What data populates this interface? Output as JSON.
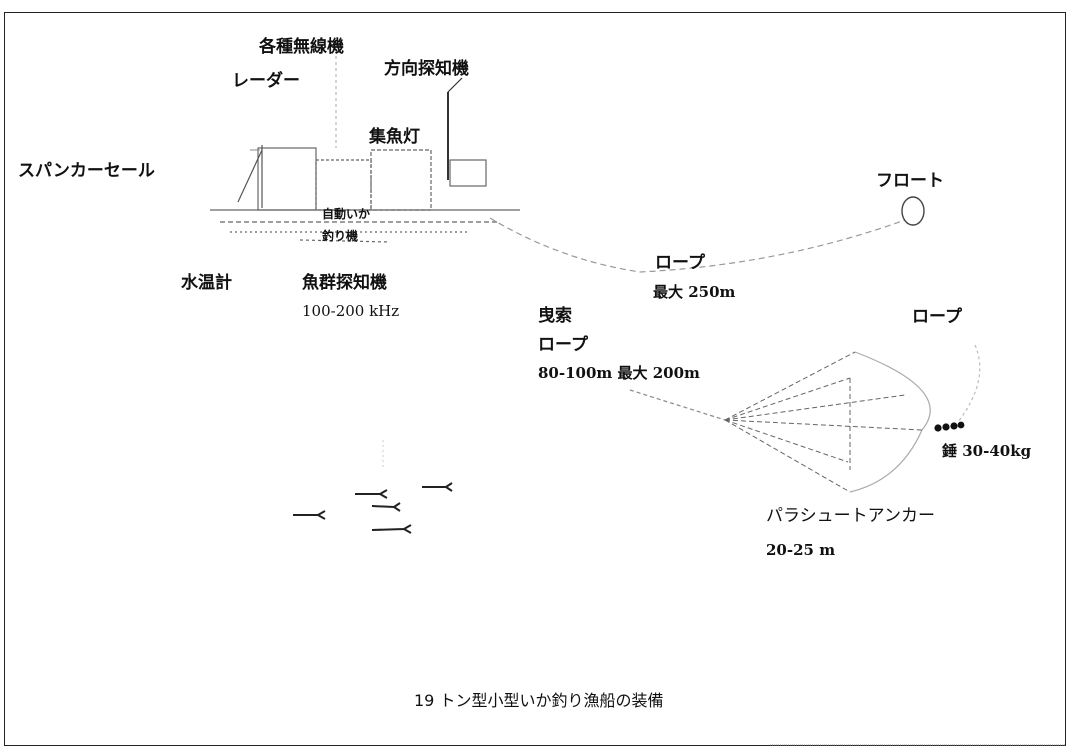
{
  "labels": {
    "radio": "各種無線機",
    "radar": "レーダー",
    "direction_finder": "方向探知機",
    "fish_light": "集魚灯",
    "spanker_sail": "スパンカーセール",
    "auto_jig_line1": "自動いか",
    "auto_jig_line2": "釣り機",
    "thermometer": "水温計",
    "fish_finder": "魚群探知機",
    "fish_finder_freq": "100-200 kHz",
    "float": "フロート",
    "rope_upper": "ロープ",
    "rope_upper_len": "最大 250m",
    "tow_rope_line1": "曳索",
    "tow_rope_line2": "ロープ",
    "tow_rope_len": "80-100m 最大 200m",
    "rope_right": "ロープ",
    "weight": "錘 30-40kg",
    "parachute_anchor": "パラシュートアンカー",
    "parachute_size": "20-25 m"
  },
  "caption": "19 トン型小型いか釣り漁船の装備"
}
